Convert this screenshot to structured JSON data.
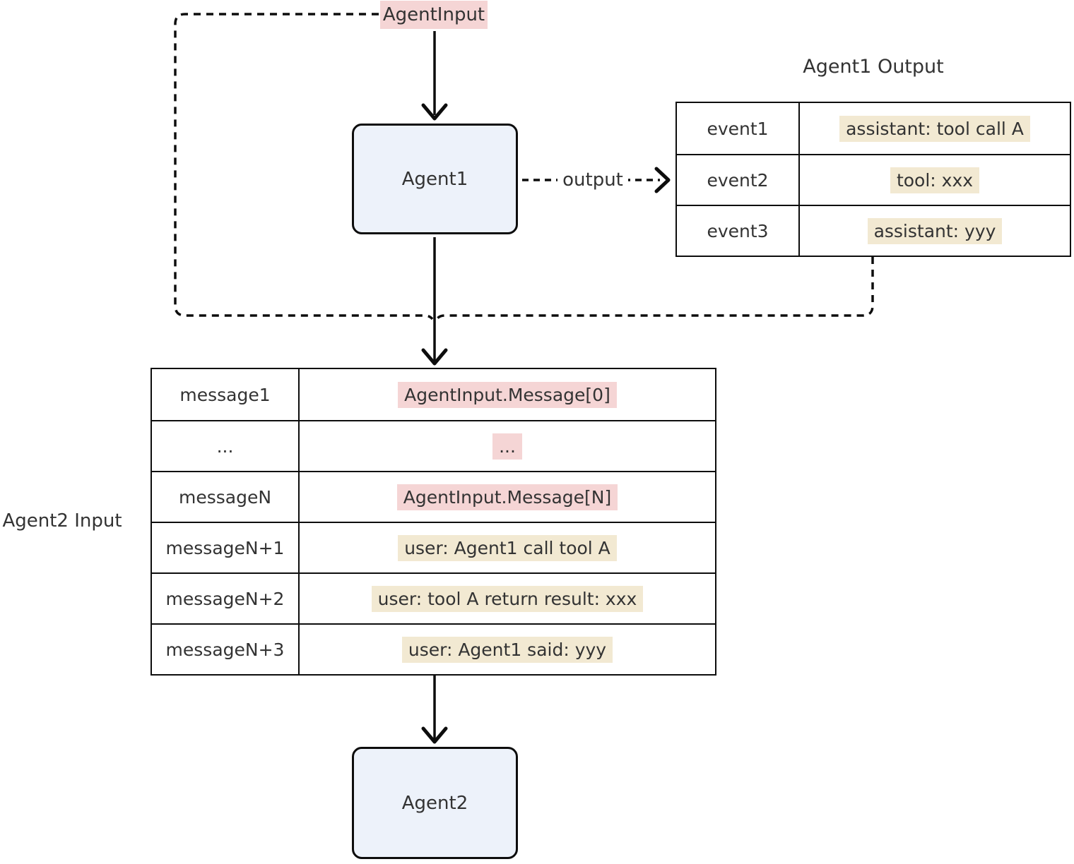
{
  "diagram": {
    "agent_input": {
      "label": "AgentInput"
    },
    "agent1": {
      "label": "Agent1"
    },
    "agent2": {
      "label": "Agent2"
    },
    "output_edge": {
      "label": "output"
    }
  },
  "agent1_output": {
    "title": "Agent1 Output",
    "rows": [
      {
        "key": "event1",
        "value": "assistant: tool call A",
        "highlight": "cream"
      },
      {
        "key": "event2",
        "value": "tool: xxx",
        "highlight": "cream"
      },
      {
        "key": "event3",
        "value": "assistant: yyy",
        "highlight": "cream"
      }
    ]
  },
  "agent2_input": {
    "label": "Agent2 Input",
    "rows": [
      {
        "key": "message1",
        "value": "AgentInput.Message[0]",
        "highlight": "pink"
      },
      {
        "key": "...",
        "value": "...",
        "highlight": "pink"
      },
      {
        "key": "messageN",
        "value": "AgentInput.Message[N]",
        "highlight": "pink"
      },
      {
        "key": "messageN+1",
        "value": "user: Agent1 call tool A",
        "highlight": "cream"
      },
      {
        "key": "messageN+2",
        "value": "user: tool A return result: xxx",
        "highlight": "cream"
      },
      {
        "key": "messageN+3",
        "value": "user: Agent1 said: yyy",
        "highlight": "cream"
      }
    ]
  },
  "colors": {
    "pink_highlight": "#F5D5D5",
    "cream_highlight": "#F2E9D2",
    "node_fill": "#EDF2FA",
    "line": "#0d0d0d",
    "text": "#333333"
  }
}
